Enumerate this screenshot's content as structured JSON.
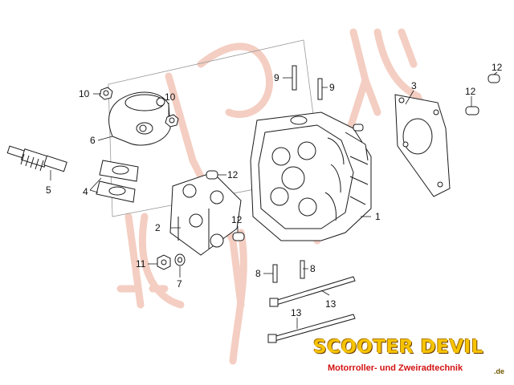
{
  "diagram": {
    "callouts": [
      {
        "id": "c1",
        "text": "1"
      },
      {
        "id": "c2",
        "text": "2"
      },
      {
        "id": "c3",
        "text": "3"
      },
      {
        "id": "c4",
        "text": "4"
      },
      {
        "id": "c5",
        "text": "5"
      },
      {
        "id": "c6",
        "text": "6"
      },
      {
        "id": "c7",
        "text": "7"
      },
      {
        "id": "c8a",
        "text": "8"
      },
      {
        "id": "c8b",
        "text": "8"
      },
      {
        "id": "c9a",
        "text": "9"
      },
      {
        "id": "c9b",
        "text": "9"
      },
      {
        "id": "c10a",
        "text": "10"
      },
      {
        "id": "c10b",
        "text": "10"
      },
      {
        "id": "c11",
        "text": "11"
      },
      {
        "id": "c12a",
        "text": "12"
      },
      {
        "id": "c12b",
        "text": "12"
      },
      {
        "id": "c12c",
        "text": "12"
      },
      {
        "id": "c12d",
        "text": "12"
      },
      {
        "id": "c13a",
        "text": "13"
      },
      {
        "id": "c13b",
        "text": "13"
      }
    ]
  },
  "logo": {
    "name": "SCOOTER DEVIL",
    "tagline": "Motorroller- und Zweiradtechnik",
    "domain": ".de"
  },
  "colors": {
    "watermark": "#f2c2b4",
    "line": "#1a1a1a",
    "brand_yellow": "#f6c400",
    "brand_red": "#d31212"
  }
}
